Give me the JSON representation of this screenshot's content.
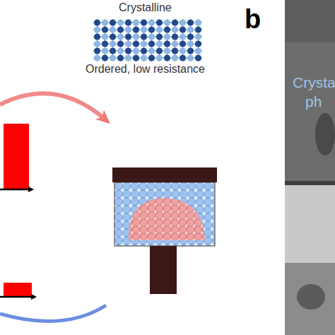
{
  "diagram": {
    "labels": [
      "Crystalline",
      "Ordered, low resistance",
      "b",
      "Crysta",
      "ph"
    ]
  }
}
